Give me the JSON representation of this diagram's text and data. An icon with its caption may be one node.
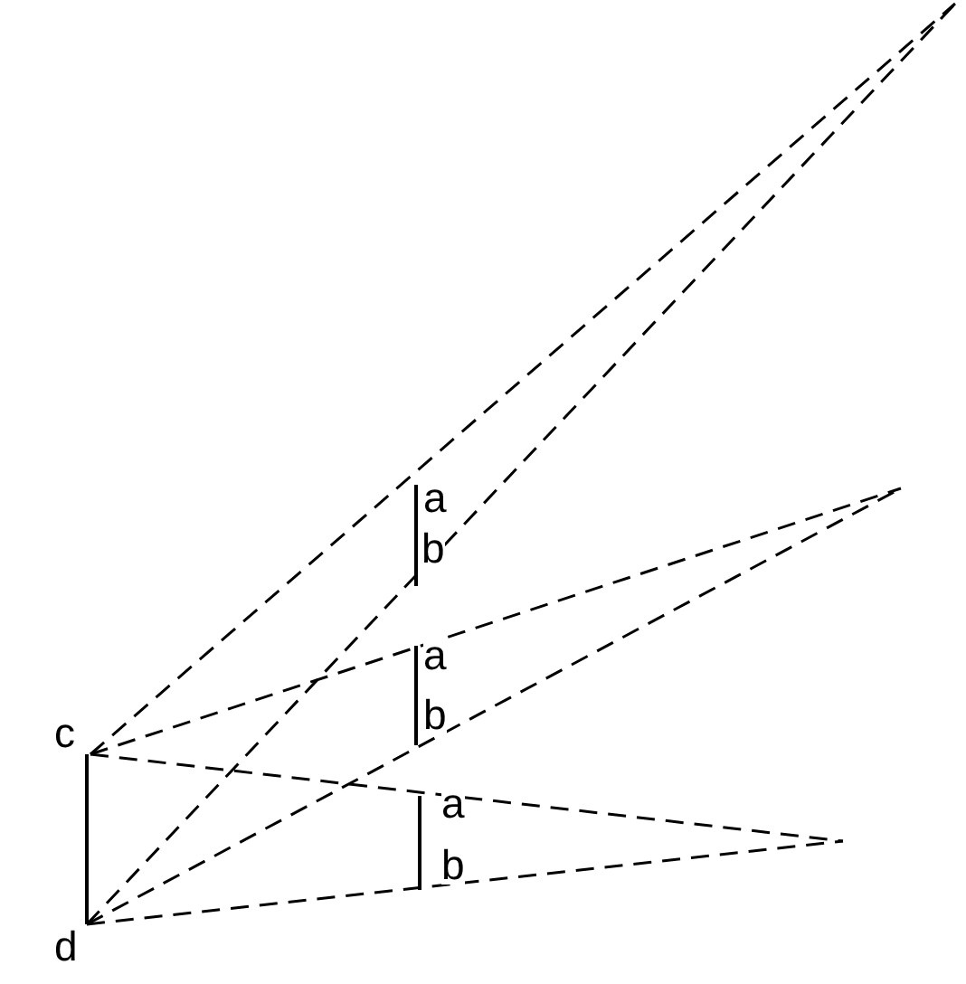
{
  "diagram": {
    "nodes": [
      {
        "text": [
          "c"
        ]
      },
      {
        "text": [
          "d"
        ]
      }
    ],
    "edges": [
      {
        "from": 0,
        "to": 1,
        "arrow": "none"
      }
    ],
    "labels": [
      "a",
      "b",
      "a",
      "b",
      "a",
      "b"
    ]
  }
}
